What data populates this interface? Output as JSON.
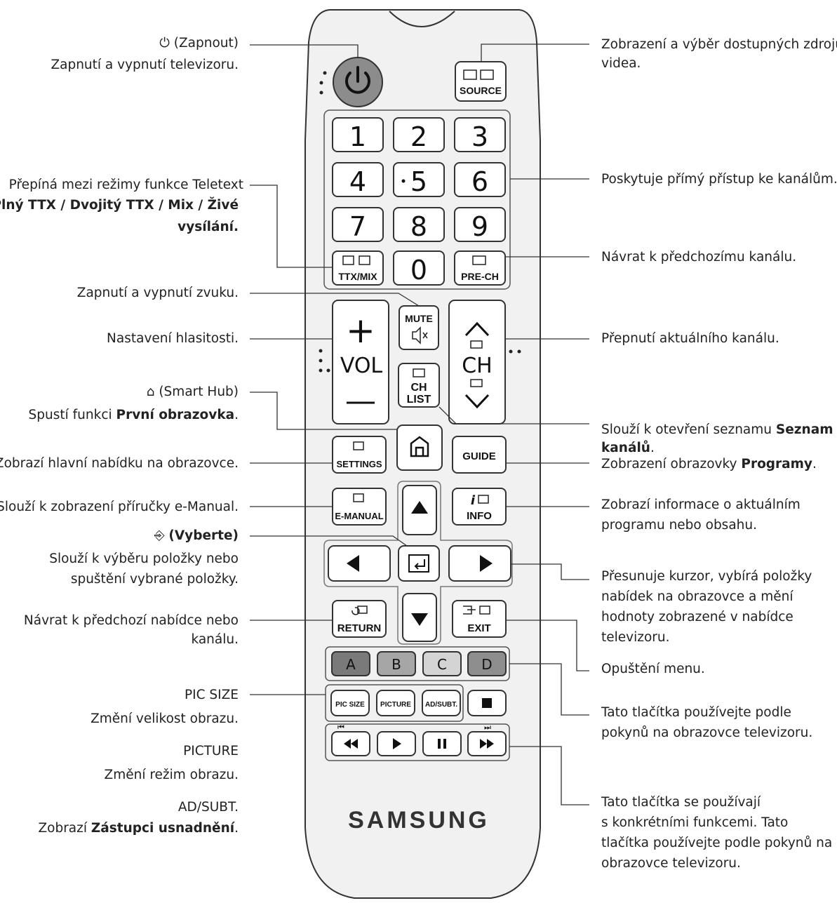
{
  "remote": {
    "brand": "SAMSUNG",
    "buttons": {
      "power": "power",
      "source": "SOURCE",
      "digits": [
        "1",
        "2",
        "3",
        "4",
        "5",
        "6",
        "7",
        "8",
        "9"
      ],
      "zero": "0",
      "ttx": "TTX/MIX",
      "prech": "PRE-CH",
      "mute": "MUTE",
      "vol": "VOL",
      "ch": "CH",
      "chlist_1": "CH",
      "chlist_2": "LIST",
      "settings": "SETTINGS",
      "guide": "GUIDE",
      "emanual": "E-MANUAL",
      "info": "INFO",
      "return": "RETURN",
      "exit": "EXIT",
      "color_a": "A",
      "color_b": "B",
      "color_c": "C",
      "color_d": "D",
      "picsize": "PIC SIZE",
      "picture": "PICTURE",
      "adsubt": "AD/SUBT."
    },
    "colors": {
      "power_button": "#8c8c8c",
      "color_a": "#7a7a7a",
      "color_b": "#a6a6a6",
      "color_c": "#d4d4d4",
      "color_d": "#8e8e8e",
      "body": "#f1f1f1",
      "outline": "#333333"
    }
  },
  "labels_left": {
    "power_title": "(Zapnout)",
    "power_desc": "Zapnutí a vypnutí televizoru.",
    "ttx_1": "Přepíná mezi režimy funkce Teletext",
    "ttx_2": "Plný TTX / Dvojitý TTX / Mix / Živé",
    "ttx_3": "vysílání.",
    "mute": "Zapnutí a vypnutí zvuku.",
    "volume": "Nastavení hlasitosti.",
    "smarthub_title": "(Smart Hub)",
    "smarthub_desc_a": "Spustí funkci ",
    "smarthub_desc_b": "První obrazovka",
    "smarthub_desc_c": ".",
    "settings": "Zobrazí hlavní nabídku na obrazovce.",
    "emanual": "Slouží k zobrazení příručky e-Manual.",
    "select_title": "(Vyberte)",
    "select_1": "Slouží k výběru položky nebo",
    "select_2": "spuštění vybrané položky.",
    "return_1": "Návrat k předchozí nabídce nebo",
    "return_2": "kanálu.",
    "picsize_title": "PIC SIZE",
    "picsize_desc": "Změní velikost obrazu.",
    "picture_title": "PICTURE",
    "picture_desc": "Změní režim obrazu.",
    "adsubt_title": "AD/SUBT.",
    "adsubt_desc_a": "Zobrazí ",
    "adsubt_desc_b": "Zástupci usnadnění",
    "adsubt_desc_c": "."
  },
  "labels_right": {
    "source_1": "Zobrazení a výběr dostupných zdrojů",
    "source_2": "videa.",
    "digits": "Poskytuje přímý přístup ke kanálům.",
    "prech": "Návrat k předchozímu kanálu.",
    "channel": "Přepnutí aktuálního kanálu.",
    "chlist_a": "Slouží k otevření seznamu ",
    "chlist_b": "Seznam",
    "chlist_c": "kanálů",
    "chlist_d": ".",
    "guide_a": "Zobrazení obrazovky ",
    "guide_b": "Programy",
    "guide_c": ".",
    "info_1": "Zobrazí informace o aktuálním",
    "info_2": "programu nebo obsahu.",
    "nav_1": "Přesunuje kurzor, vybírá položky",
    "nav_2": "nabídek na obrazovce a mění",
    "nav_3": "hodnoty zobrazené v nabídce",
    "nav_4": "televizoru.",
    "exit": "Opuštění menu.",
    "color_1": "Tato tlačítka používejte podle",
    "color_2": "pokynů na obrazovce televizoru.",
    "media_1": "Tato tlačítka se používají",
    "media_2": "s konkrétními funkcemi. Tato",
    "media_3": "tlačítka používejte podle pokynů na",
    "media_4": "obrazovce televizoru."
  }
}
